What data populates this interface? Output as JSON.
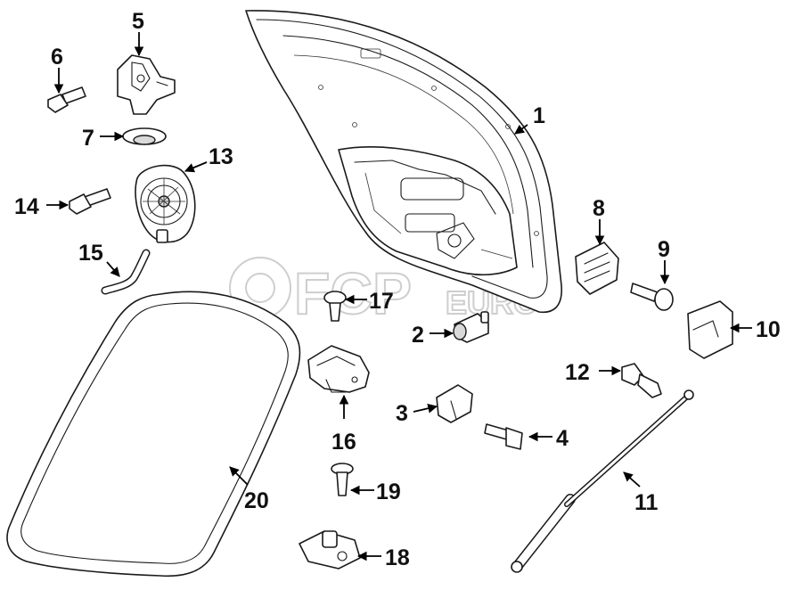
{
  "watermark": {
    "brand": "FCP",
    "suffix": "EURO"
  },
  "callouts": {
    "p1": "1",
    "p2": "2",
    "p3": "3",
    "p4": "4",
    "p5": "5",
    "p6": "6",
    "p7": "7",
    "p8": "8",
    "p9": "9",
    "p10": "10",
    "p11": "11",
    "p12": "12",
    "p13": "13",
    "p14": "14",
    "p15": "15",
    "p16": "16",
    "p17": "17",
    "p18": "18",
    "p19": "19",
    "p20": "20"
  },
  "colors": {
    "line": "#1a1a1a",
    "shade": "#d9d9d9",
    "watermark": "#c9c9c9"
  }
}
